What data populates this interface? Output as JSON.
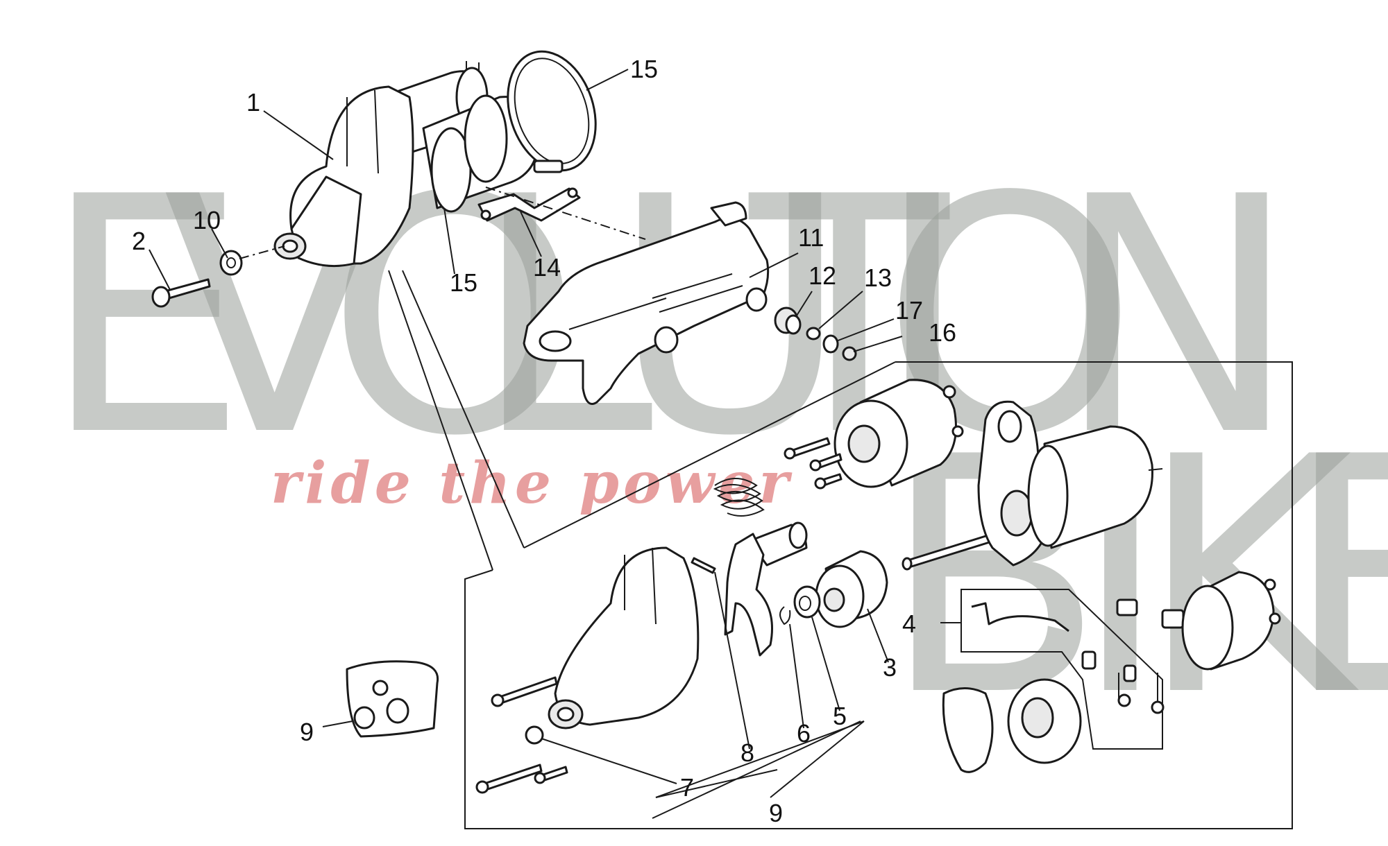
{
  "watermark": {
    "letters": [
      "E",
      "V",
      "O",
      "L",
      "U",
      "T",
      "I",
      "O",
      "N",
      "B",
      "I",
      "K",
      "E"
    ],
    "tagline": "ride the power"
  },
  "callouts": [
    "1",
    "2",
    "10",
    "15",
    "15",
    "14",
    "11",
    "12",
    "13",
    "17",
    "16",
    "4",
    "3",
    "5",
    "6",
    "8",
    "7",
    "9",
    "9"
  ]
}
